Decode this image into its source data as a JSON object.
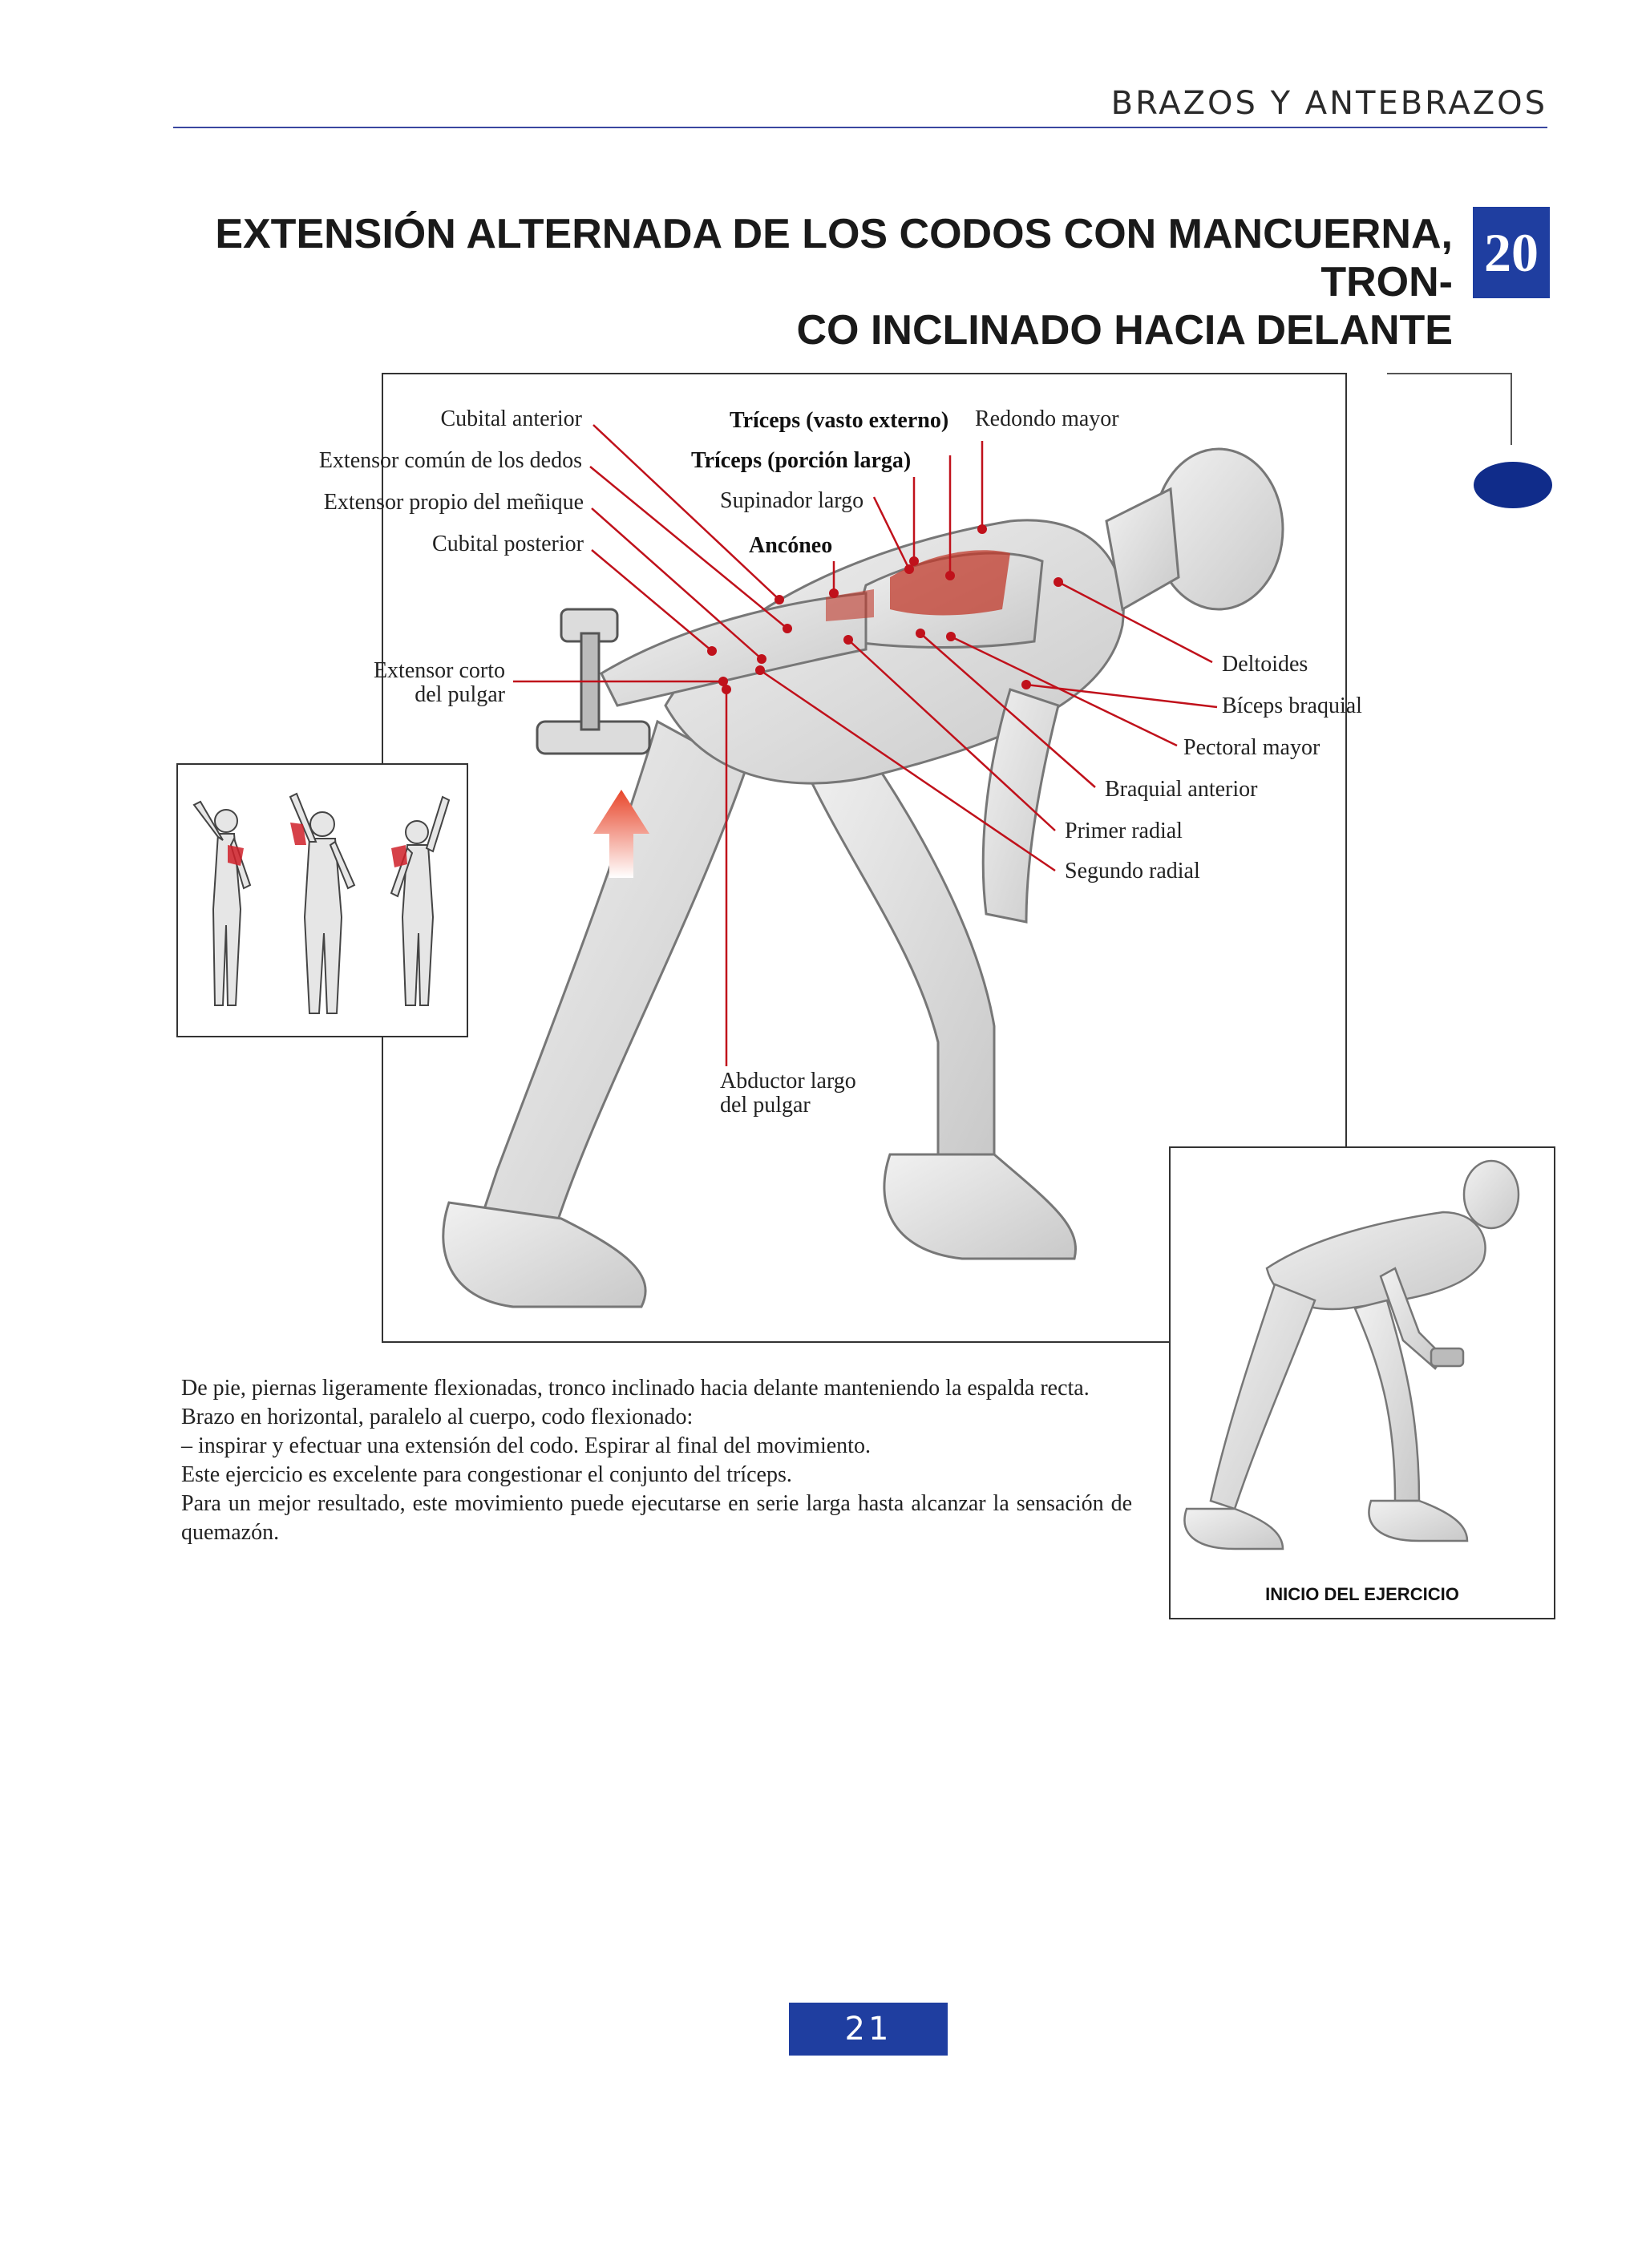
{
  "header": {
    "section": "BRAZOS Y ANTEBRAZOS"
  },
  "title": {
    "line1": "EXTENSIÓN ALTERNADA DE LOS CODOS CON MANCUERNA, TRON-",
    "line2": "CO INCLINADO HACIA DELANTE",
    "number": "20"
  },
  "labels": {
    "cubital_anterior": "Cubital anterior",
    "extensor_comun": "Extensor común de los dedos",
    "extensor_propio": "Extensor propio del meñique",
    "cubital_posterior": "Cubital posterior",
    "extensor_corto_1": "Extensor corto",
    "extensor_corto_2": "del pulgar",
    "triceps_vasto": "Tríceps (vasto externo)",
    "triceps_porcion": "Tríceps (porción larga)",
    "supinador": "Supinador largo",
    "anconeo": "Ancóneo",
    "redondo": "Redondo mayor",
    "deltoides": "Deltoides",
    "biceps": "Bíceps braquial",
    "pectoral": "Pectoral mayor",
    "braquial": "Braquial anterior",
    "primer_radial": "Primer radial",
    "segundo_radial": "Segundo radial",
    "abductor_1": "Abductor largo",
    "abductor_2": "del pulgar"
  },
  "description": [
    "De pie, piernas ligeramente flexionadas, tronco inclinado hacia delante manteniendo la espalda recta.",
    "Brazo en horizontal, paralelo al cuerpo, codo flexionado:",
    "– inspirar y efectuar una extensión del codo. Espirar al final del movimiento.",
    "Este ejercicio es excelente para congestionar el conjunto del tríceps.",
    "Para un mejor resultado, este movimiento puede ejecutarse en serie larga hasta alcanzar la sensación de quemazón."
  ],
  "start_caption": "INICIO DEL EJERCICIO",
  "page_number": "21",
  "colors": {
    "accent_blue": "#1f3ea0",
    "rule_blue": "#3a47a0",
    "leader_red": "#c0111b",
    "muscle_red": "#d0202a"
  }
}
